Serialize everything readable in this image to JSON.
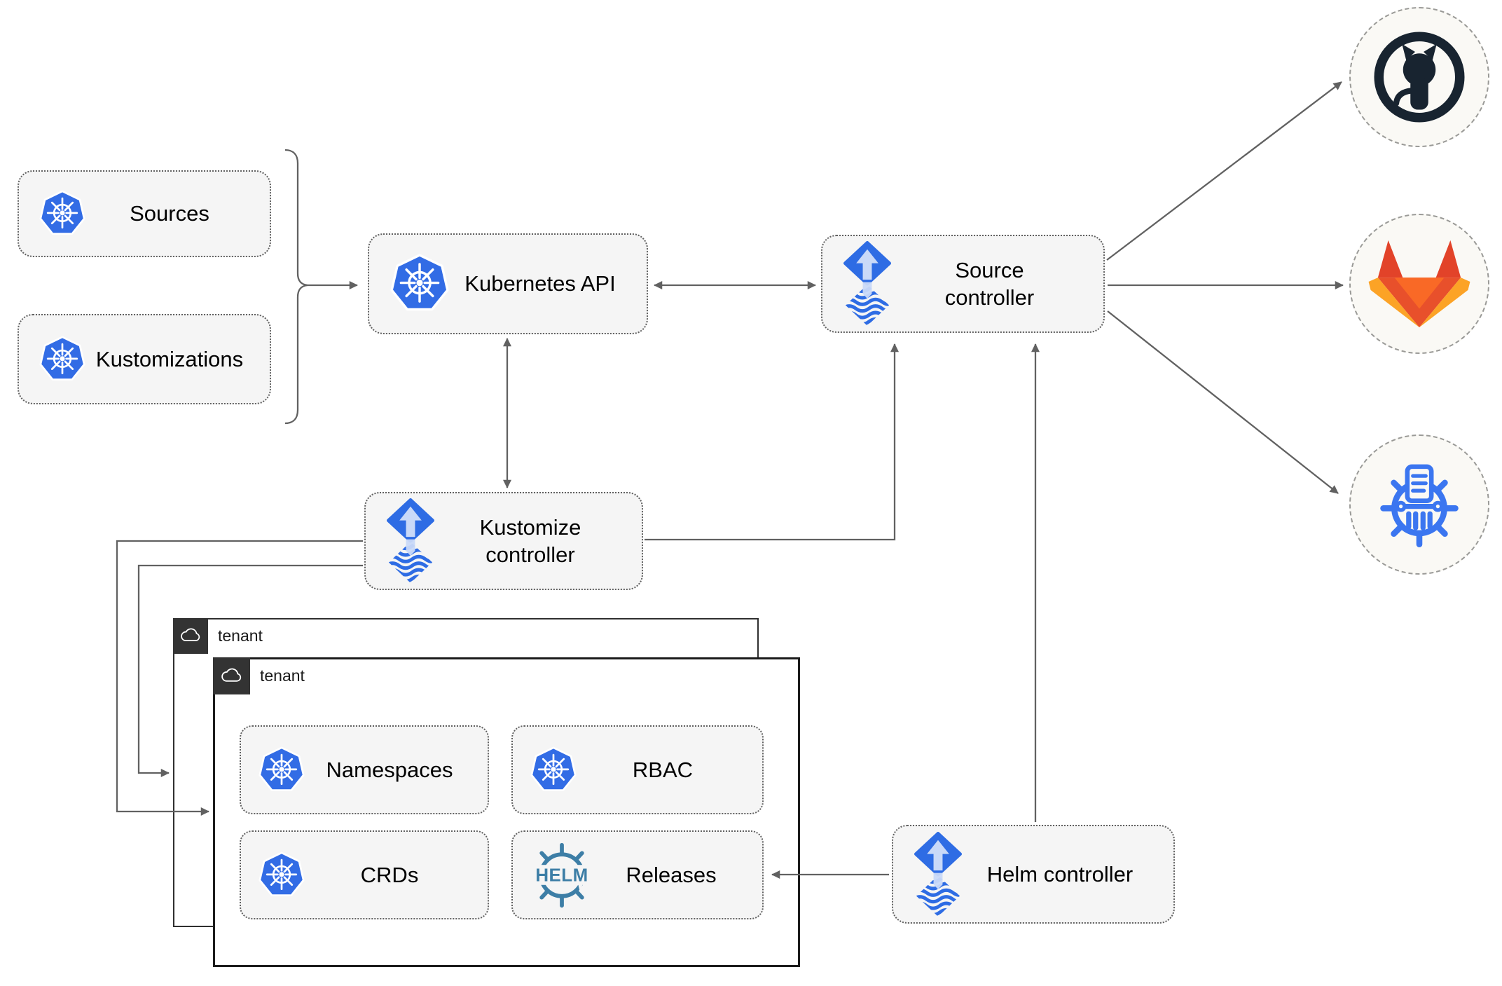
{
  "diagram": {
    "crd_group": {
      "items": [
        {
          "label": "Sources",
          "icon": "kubernetes-icon"
        },
        {
          "label": "Kustomizations",
          "icon": "kubernetes-icon"
        }
      ]
    },
    "nodes": {
      "kubernetes_api": {
        "label": "Kubernetes API",
        "icon": "kubernetes-icon"
      },
      "source_controller": {
        "label": "Source controller",
        "icon": "flux-icon"
      },
      "kustomize_controller": {
        "label": "Kustomize controller",
        "icon": "flux-icon"
      },
      "helm_controller": {
        "label": "Helm controller",
        "icon": "flux-icon"
      }
    },
    "tenants": {
      "outer": {
        "label": "tenant",
        "icon": "cloud-icon"
      },
      "inner": {
        "label": "tenant",
        "icon": "cloud-icon"
      },
      "resources": [
        {
          "label": "Namespaces",
          "icon": "kubernetes-icon"
        },
        {
          "label": "RBAC",
          "icon": "kubernetes-icon"
        },
        {
          "label": "CRDs",
          "icon": "kubernetes-icon"
        },
        {
          "label": "Releases",
          "icon": "helm-icon"
        }
      ]
    },
    "helm_icon_text": "HELM",
    "remote_sources": [
      {
        "name": "GitHub",
        "icon": "github-icon"
      },
      {
        "name": "GitLab",
        "icon": "gitlab-icon"
      },
      {
        "name": "Bucket storage",
        "icon": "bucket-icon"
      }
    ],
    "connections": [
      {
        "from": "crd-group",
        "to": "kubernetes-api",
        "type": "arrow"
      },
      {
        "from": "kubernetes-api",
        "to": "source-controller",
        "type": "bidirectional"
      },
      {
        "from": "kubernetes-api",
        "to": "kustomize-controller",
        "type": "bidirectional"
      },
      {
        "from": "kustomize-controller",
        "to": "source-controller",
        "type": "arrow"
      },
      {
        "from": "kustomize-controller",
        "to": "tenant-outer",
        "type": "arrow"
      },
      {
        "from": "kustomize-controller",
        "to": "tenant-inner",
        "type": "arrow"
      },
      {
        "from": "helm-controller",
        "to": "source-controller",
        "type": "arrow"
      },
      {
        "from": "helm-controller",
        "to": "releases",
        "type": "arrow"
      },
      {
        "from": "source-controller",
        "to": "GitHub",
        "type": "arrow"
      },
      {
        "from": "source-controller",
        "to": "GitLab",
        "type": "arrow"
      },
      {
        "from": "source-controller",
        "to": "Bucket storage",
        "type": "arrow"
      }
    ],
    "colors": {
      "kubernetes_blue": "#326ce5",
      "flux_blue": "#2e6ce4",
      "flux_light": "#c9d9f8",
      "helm_teal": "#3d7ea6",
      "github_dark": "#182430",
      "gitlab_red": "#e24329",
      "gitlab_orange": "#fc6d26",
      "gitlab_amber": "#fca326",
      "bucket_blue": "#3b76f0",
      "connector_gray": "#616161",
      "node_fill": "#f5f5f5",
      "tenant_tab": "#333333"
    }
  }
}
